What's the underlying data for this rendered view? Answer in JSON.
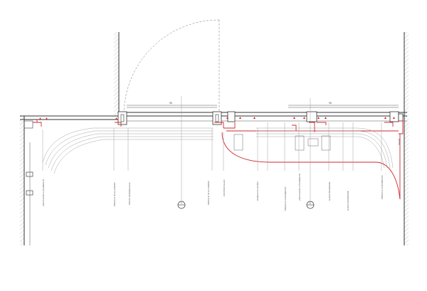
{
  "dimensions": [
    {
      "id": "dim-1",
      "text": "95"
    },
    {
      "id": "dim-2",
      "text": "95"
    }
  ],
  "side_note": "DRAIN",
  "callouts": [
    {
      "id": "c1",
      "text": "ZOCCOLINO A PAVIMENTO"
    },
    {
      "id": "c2",
      "text": "PROFILO IN ALLUMINIO"
    },
    {
      "id": "c3",
      "text": "PORTA SCORREVOLE"
    },
    {
      "id": "c4",
      "text": "PROFILO IN ALLUMINIO"
    },
    {
      "id": "c5",
      "text": "CONTROTELAIO"
    },
    {
      "id": "c6",
      "text": "PARETE IN VETRO"
    },
    {
      "id": "c7",
      "text": "PROFILO A PAVIMENTO"
    },
    {
      "id": "c8",
      "text": "ZOCCOLINO A PAVIMENTO"
    },
    {
      "id": "c9",
      "text": "GUIDA INFERIORE"
    },
    {
      "id": "c10",
      "text": "GUIDA SUPERIORE"
    },
    {
      "id": "c11",
      "text": "PROFILO A PAVIMENTO"
    }
  ],
  "section_markers": [
    {
      "id": "m1",
      "text": "A"
    },
    {
      "id": "m2",
      "text": "B"
    }
  ]
}
